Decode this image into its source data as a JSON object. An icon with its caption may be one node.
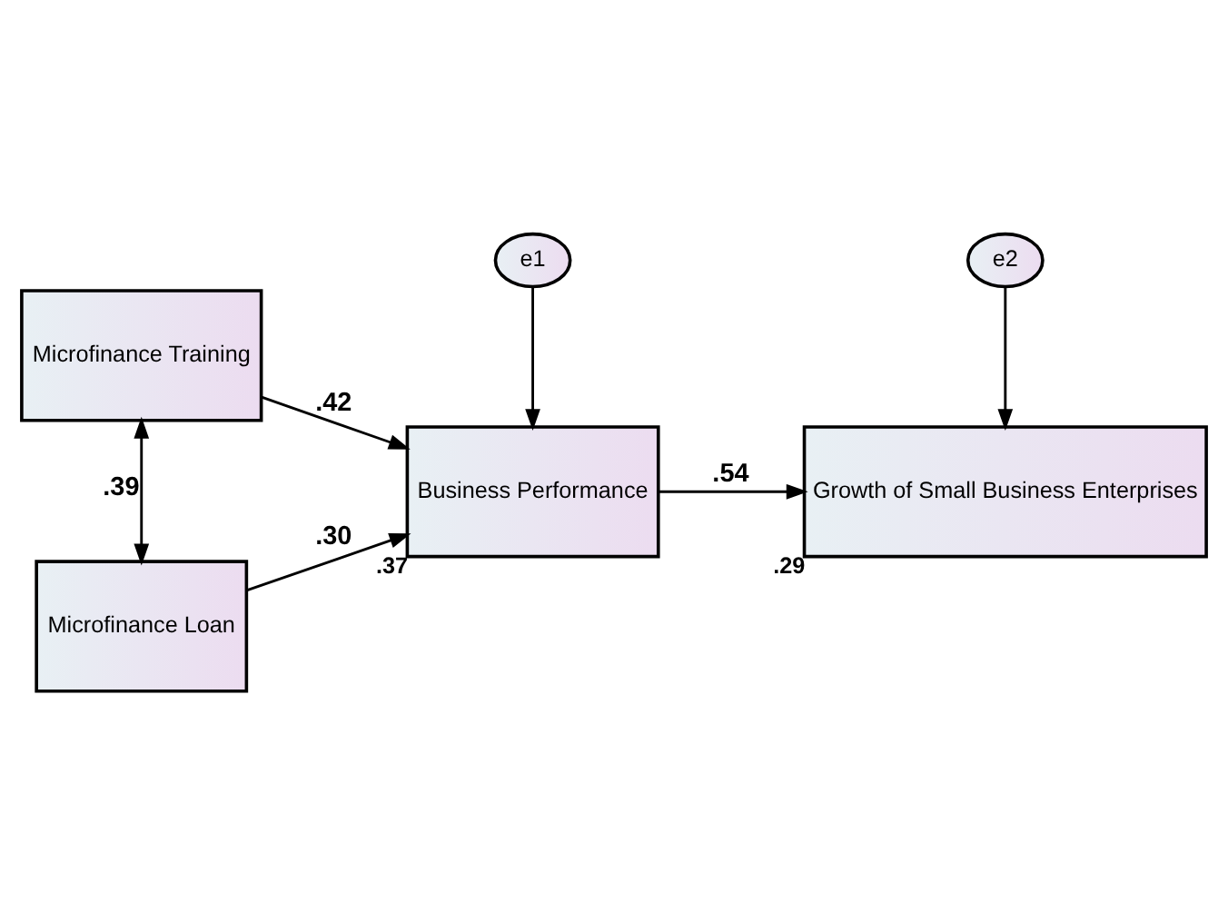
{
  "diagram": {
    "nodes": [
      {
        "text": [
          "Microfinance Training"
        ]
      },
      {
        "text": [
          "Microfinance Loan"
        ]
      },
      {
        "text": [
          "Business Performance"
        ],
        "beside": [
          ".37"
        ]
      },
      {
        "text": [
          "Growth of Small Business Enterprises"
        ],
        "beside": [
          ".29"
        ]
      },
      {
        "text": [
          "e1"
        ]
      },
      {
        "text": [
          "e2"
        ]
      }
    ],
    "edges": [
      {
        "from": 0,
        "to": 1,
        "label": ".39",
        "arrow": "both"
      },
      {
        "from": 0,
        "to": 2,
        "label": ".42",
        "arrow": "to"
      },
      {
        "from": 1,
        "to": 2,
        "label": ".30",
        "arrow": "to"
      },
      {
        "from": 4,
        "to": 2,
        "arrow": "to"
      },
      {
        "from": 2,
        "to": 3,
        "label": ".54",
        "arrow": "to"
      },
      {
        "from": 5,
        "to": 3,
        "arrow": "to"
      }
    ]
  }
}
